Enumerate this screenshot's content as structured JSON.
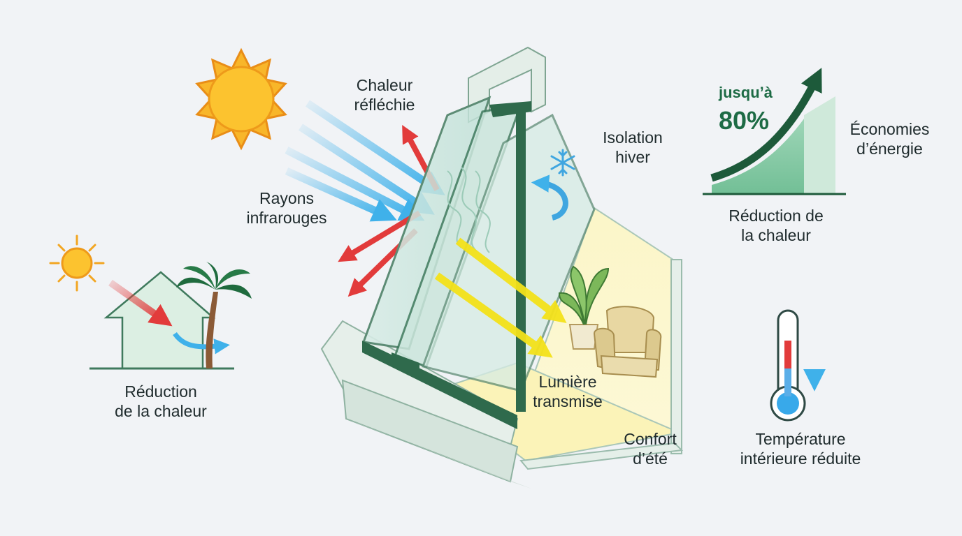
{
  "labels": {
    "reflected_heat": [
      "Chaleur",
      "réfléchie"
    ],
    "infrared_rays": [
      "Rayons",
      "infrarouges"
    ],
    "winter_insulation": [
      "Isolation",
      "hiver"
    ],
    "house_heat_reduction": [
      "Réduction",
      "de la chaleur"
    ],
    "transmitted_light": [
      "Lumière",
      "transmise"
    ],
    "summer_comfort": [
      "Confort",
      "d’été"
    ],
    "energy_savings": [
      "Économies",
      "d’énergie"
    ],
    "chart_heat_reduction": [
      "Réduction de",
      "la chaleur"
    ],
    "indoor_temperature": [
      "Température",
      "intérieure réduite"
    ]
  },
  "savings_badge": {
    "prefix": "jusqu’à",
    "value": "80%"
  },
  "colors": {
    "infrared": "#3fb1ea",
    "reflected": "#e23b3b",
    "light": "#f4e21a",
    "frame": "#2f6a4c",
    "glass": "#cfe7df",
    "accent_green": "#1d6b45"
  },
  "icons": [
    "sun-icon",
    "small-sun-icon",
    "snowflake-icon",
    "house-icon",
    "palm-tree-icon",
    "plant-icon",
    "armchair-icon",
    "thermometer-icon",
    "growth-arrow-icon"
  ]
}
